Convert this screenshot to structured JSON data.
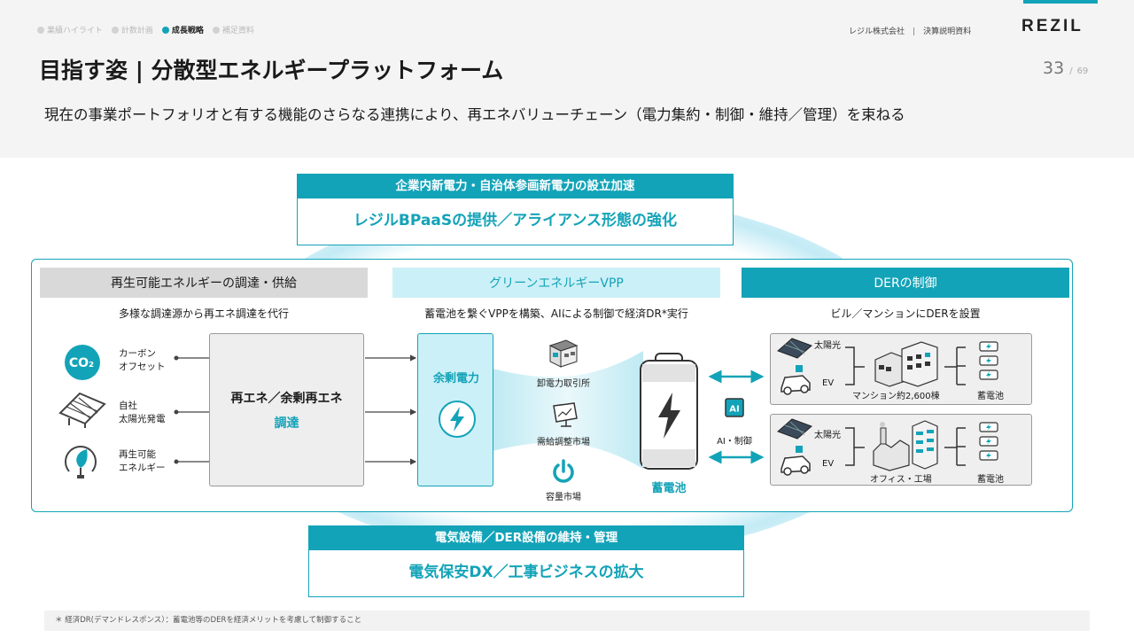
{
  "nav": {
    "items": [
      "業績ハイライト",
      "計数計画",
      "成長戦略",
      "補足資料"
    ],
    "active": "成長戦略"
  },
  "header": {
    "company": "レジル株式会社",
    "doc": "決算説明資料",
    "logo": "REZIL",
    "title": "目指す姿 | 分散型エネルギープラットフォーム",
    "page": "33",
    "total": "69",
    "subtitle": "現在の事業ポートフォリオと有する機能のさらなる連携により、再エネバリューチェーン（電力集約・制御・維持／管理）を束ねる"
  },
  "top_box": {
    "head": "企業内新電力・自治体参画新電力の設立加速",
    "body": "レジルBPaaSの提供／アライアンス形態の強化"
  },
  "bottom_box": {
    "head": "電気設備／DER設備の維持・管理",
    "body": "電気保安DX／工事ビジネスの拡大"
  },
  "sections": {
    "procurement": {
      "title": "再生可能エネルギーの調達・供給",
      "desc": "多様な調達源から再エネ調達を代行",
      "sources": [
        {
          "l1": "カーボン",
          "l2": "オフセット",
          "icon": "co2-icon"
        },
        {
          "l1": "自社",
          "l2": "太陽光発電",
          "icon": "solar-panel-icon"
        },
        {
          "l1": "再生可能",
          "l2": "エネルギー",
          "icon": "leaf-plug-icon"
        }
      ],
      "center_l1": "再エネ／余剰再エネ",
      "center_l2": "調達"
    },
    "vpp": {
      "title": "グリーンエネルギーVPP",
      "desc": "蓄電池を繋ぐVPPを構築、AIによる制御で経済DR*実行",
      "surplus": "余剰電力",
      "markets": [
        "卸電力取引所",
        "需給調整市場",
        "容量市場"
      ],
      "battery": "蓄電池"
    },
    "der": {
      "title": "DERの制御",
      "desc": "ビル／マンションにDERを設置",
      "ai_label": "AI・制御",
      "ai_chip": "AI",
      "rows": [
        {
          "solar": "太陽光",
          "ev": "EV",
          "building": "マンション約2,600棟",
          "battery": "蓄電池"
        },
        {
          "solar": "太陽光",
          "ev": "EV",
          "building": "オフィス・工場",
          "battery": "蓄電池"
        }
      ]
    }
  },
  "co2_text": "CO₂",
  "footnote": "＊ 経済DR(デマンドレスポンス）：蓄電池等のDERを経済メリットを考慮して制御すること",
  "colors": {
    "accent": "#13a3b8",
    "light": "#ccf0f7",
    "gray": "#d9d9d9"
  }
}
